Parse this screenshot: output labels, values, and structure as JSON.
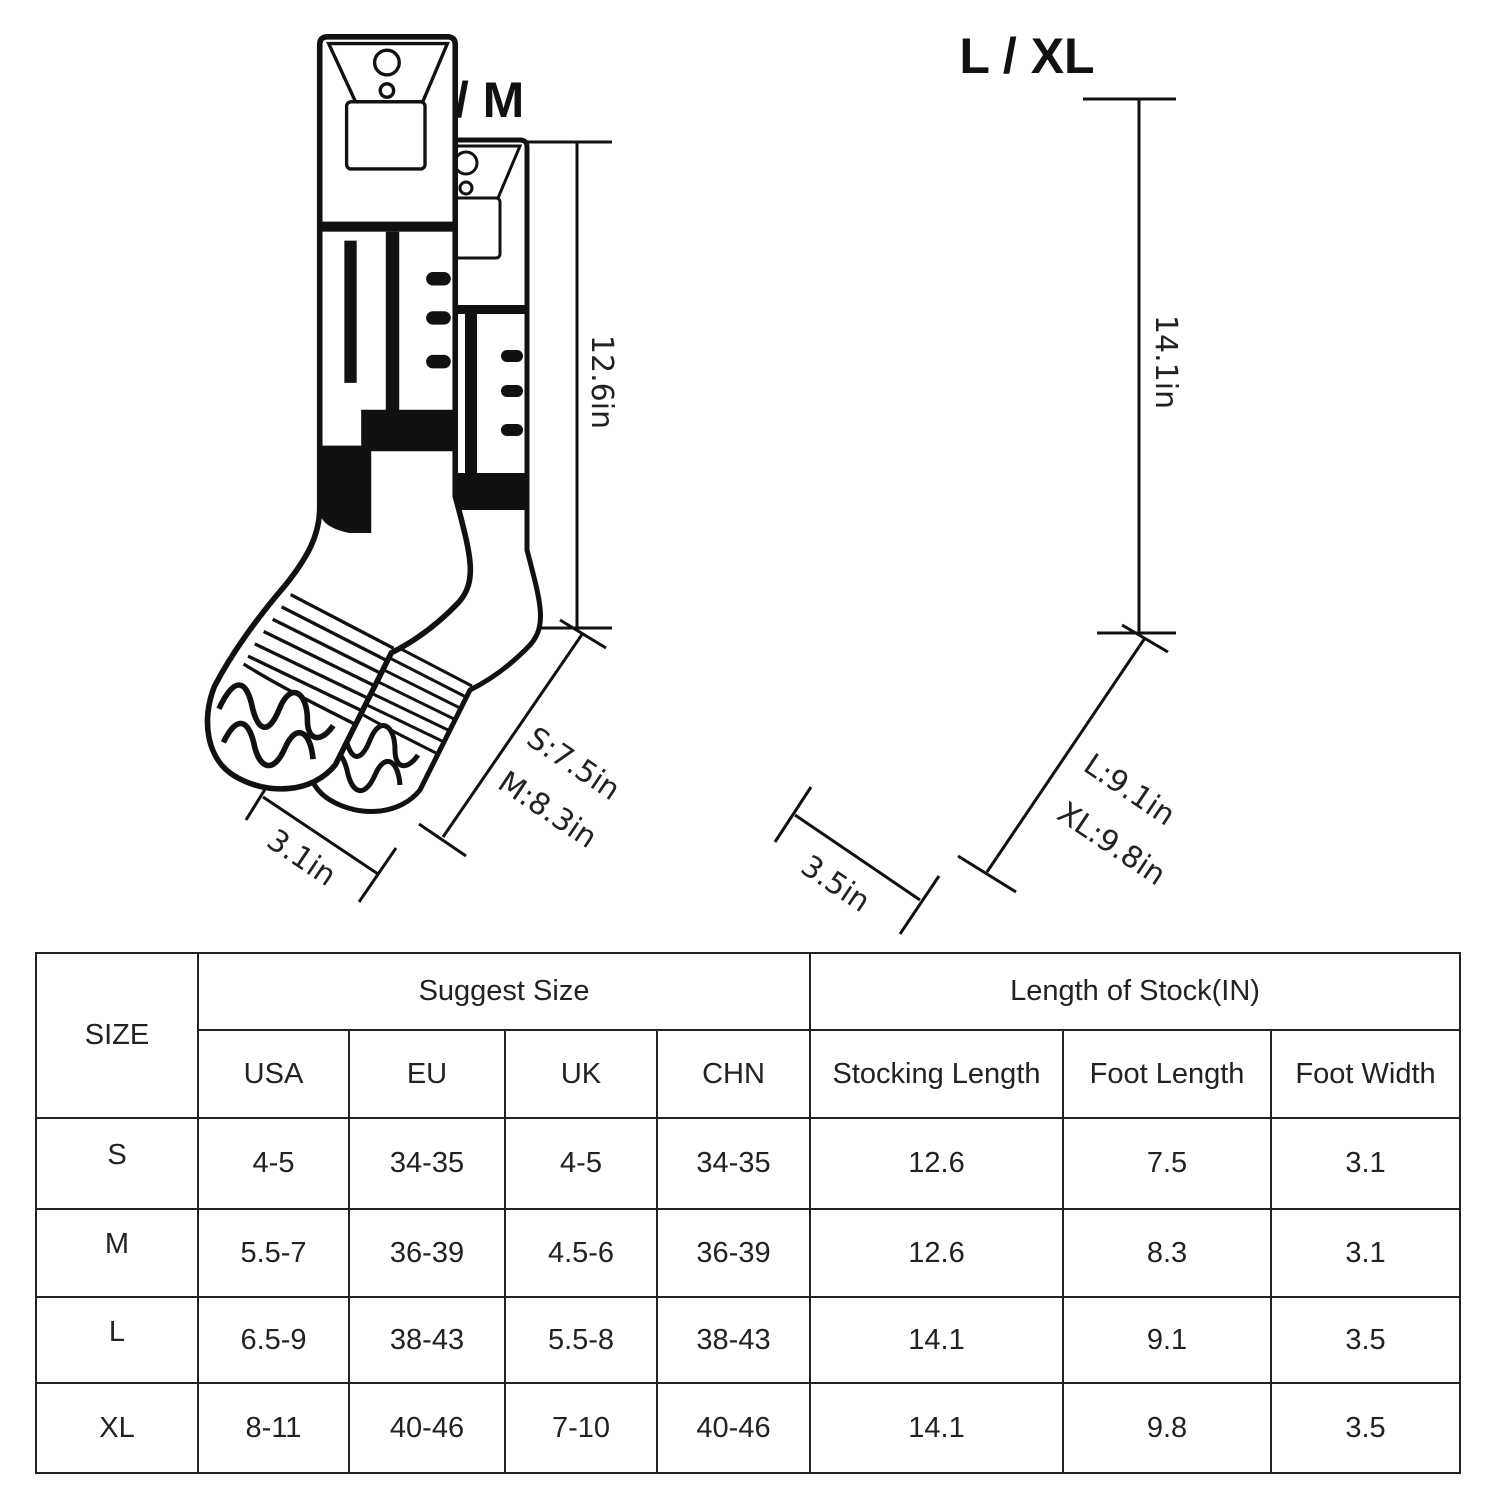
{
  "sock_small": {
    "title": "S / M",
    "height_label": "12.6in",
    "foot_length_label_1": "S:7.5in",
    "foot_length_label_2": "M:8.3in",
    "width_label": "3.1in"
  },
  "sock_large": {
    "title": "L / XL",
    "height_label": "14.1in",
    "foot_length_label_1": "L:9.1in",
    "foot_length_label_2": "XL:9.8in",
    "width_label": "3.5in"
  },
  "table": {
    "size_header": "SIZE",
    "suggest_header": "Suggest Size",
    "length_header": "Length of Stock(IN)",
    "columns": [
      "USA",
      "EU",
      "UK",
      "CHN",
      "Stocking Length",
      "Foot Length",
      "Foot Width"
    ],
    "rows": [
      {
        "size": "S",
        "values": [
          "4-5",
          "34-35",
          "4-5",
          "34-35",
          "12.6",
          "7.5",
          "3.1"
        ]
      },
      {
        "size": "M",
        "values": [
          "5.5-7",
          "36-39",
          "4.5-6",
          "36-39",
          "12.6",
          "8.3",
          "3.1"
        ]
      },
      {
        "size": "L",
        "values": [
          "6.5-9",
          "38-43",
          "5.5-8",
          "38-43",
          "14.1",
          "9.1",
          "3.5"
        ]
      },
      {
        "size": "XL",
        "values": [
          "8-11",
          "40-46",
          "7-10",
          "40-46",
          "14.1",
          "9.8",
          "3.5"
        ]
      }
    ]
  }
}
